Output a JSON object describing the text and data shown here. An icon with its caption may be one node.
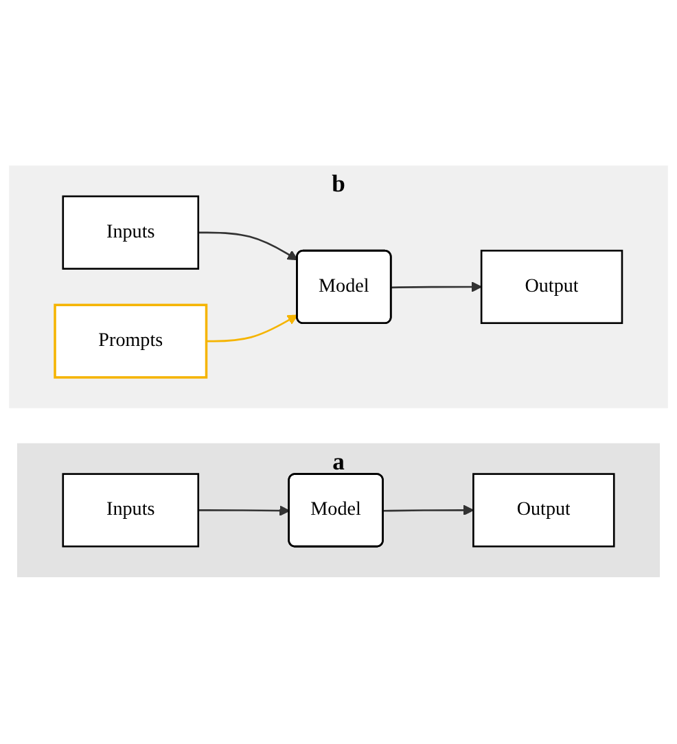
{
  "diagram": {
    "nodes": [
      {
        "text": [
          "a"
        ]
      },
      {
        "text": [
          "Inputs"
        ],
        "in": 0
      },
      {
        "text": [
          "Model"
        ],
        "in": 0
      },
      {
        "text": [
          "Output"
        ],
        "in": 0
      },
      {
        "text": [
          "b"
        ]
      },
      {
        "text": [
          "Inputs"
        ],
        "in": 4
      },
      {
        "text": [
          "Prompts"
        ],
        "in": 4
      },
      {
        "text": [
          "Model"
        ],
        "in": 4
      },
      {
        "text": [
          "Output"
        ],
        "in": 4
      }
    ],
    "edges": [
      {
        "from": 1,
        "to": 2,
        "arrow": "to"
      },
      {
        "from": 2,
        "to": 3,
        "arrow": "to"
      },
      {
        "from": 5,
        "to": 7,
        "arrow": "to"
      },
      {
        "from": 6,
        "to": 7,
        "arrow": "to",
        "color": "#f5b400"
      },
      {
        "from": 7,
        "to": 8,
        "arrow": "to"
      }
    ]
  }
}
